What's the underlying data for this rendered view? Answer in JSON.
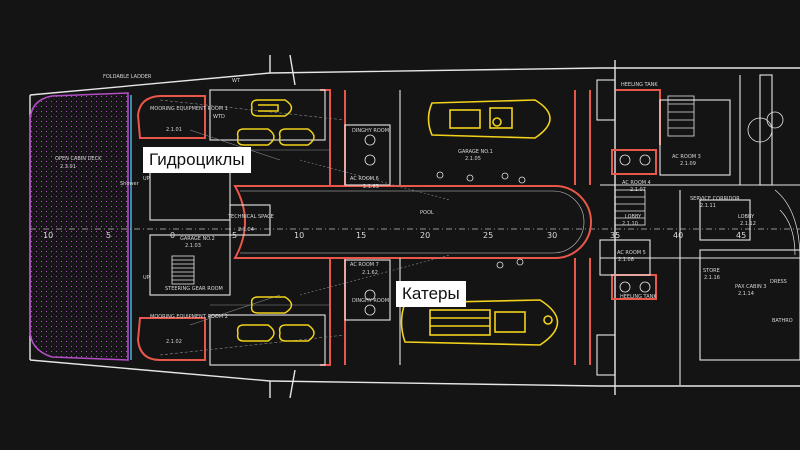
{
  "labels": {
    "jet_skis": "Гидроциклы",
    "boats": "Катеры"
  },
  "rooms": [
    {
      "id": "foldable-ladder",
      "text": "FOLDABLE LADDER"
    },
    {
      "id": "open-cabin-deck",
      "text": "OPEN CABIN DECK"
    },
    {
      "id": "open-cabin-deck-code",
      "text": "2.3.01"
    },
    {
      "id": "mooring-equip-1",
      "text": "MOORING EQUIPMENT ROOM 1"
    },
    {
      "id": "mooring-equip-1-code",
      "text": "2.1.01"
    },
    {
      "id": "wtd-1",
      "text": "WTD"
    },
    {
      "id": "wt-1",
      "text": "WT"
    },
    {
      "id": "garage-1",
      "text": "GARAGE NO.1"
    },
    {
      "id": "garage-1-code",
      "text": "2.1.05"
    },
    {
      "id": "dinghy-room-1",
      "text": "DINGHY ROOM"
    },
    {
      "id": "ac-room-6",
      "text": "AC ROOM 6"
    },
    {
      "id": "ac-room-6-code",
      "text": "2.1.63"
    },
    {
      "id": "shower",
      "text": "Shower"
    },
    {
      "id": "up-1",
      "text": "UP"
    },
    {
      "id": "garage-2",
      "text": "GARAGE NO.2"
    },
    {
      "id": "garage-2-code",
      "text": "2.1.03"
    },
    {
      "id": "technical-space",
      "text": "TECHNICAL SPACE"
    },
    {
      "id": "technical-space-code",
      "text": "2.1.04"
    },
    {
      "id": "pool",
      "text": "POOL"
    },
    {
      "id": "ac-room-7",
      "text": "AC ROOM 7"
    },
    {
      "id": "ac-room-7-code",
      "text": "2.1.62"
    },
    {
      "id": "dinghy-room-2",
      "text": "DINGHY ROOM"
    },
    {
      "id": "steering-gear",
      "text": "STEERING GEAR ROOM"
    },
    {
      "id": "mooring-equip-2",
      "text": "MOORING EQUIPMENT ROOM 2"
    },
    {
      "id": "mooring-equip-2-code",
      "text": "2.1.02"
    },
    {
      "id": "up-2",
      "text": "UP"
    },
    {
      "id": "heeling-tank-1",
      "text": "HEELING TANK"
    },
    {
      "id": "heeling-tank-2",
      "text": "HEELING TANK"
    },
    {
      "id": "ac-room-3",
      "text": "AC ROOM 3"
    },
    {
      "id": "ac-room-3-code",
      "text": "2.1.09"
    },
    {
      "id": "ac-room-4",
      "text": "AC ROOM 4"
    },
    {
      "id": "ac-room-4-code",
      "text": "2.1.07"
    },
    {
      "id": "service-corridor",
      "text": "SERVICE CORRIDOR"
    },
    {
      "id": "service-corridor-code",
      "text": "2.1.11"
    },
    {
      "id": "lobby-1",
      "text": "LOBBY"
    },
    {
      "id": "lobby-1-code",
      "text": "2.1.10"
    },
    {
      "id": "lobby-2",
      "text": "LOBBY"
    },
    {
      "id": "lobby-2-code",
      "text": "2.1.12"
    },
    {
      "id": "ac-room-5",
      "text": "AC ROOM 5"
    },
    {
      "id": "ac-room-5-code",
      "text": "2.1.08"
    },
    {
      "id": "store",
      "text": "STORE"
    },
    {
      "id": "store-code",
      "text": "2.1.16"
    },
    {
      "id": "pax-cabin-3",
      "text": "PAX CABIN 3"
    },
    {
      "id": "pax-cabin-3-code",
      "text": "2.1.14"
    },
    {
      "id": "dress",
      "text": "DRESS"
    },
    {
      "id": "bathroom",
      "text": "BATHRO"
    }
  ],
  "frame_numbers": [
    "10",
    "5",
    "0",
    "5",
    "10",
    "15",
    "20",
    "25",
    "30",
    "35",
    "40",
    "45"
  ],
  "colors": {
    "background": "#141414",
    "lines": "#e6e6e6",
    "accent_red": "#e8574a",
    "vessels_yellow": "#f2d21b",
    "deck_purple": "#b24fc4",
    "cyan_edge": "#3fb6d8"
  }
}
